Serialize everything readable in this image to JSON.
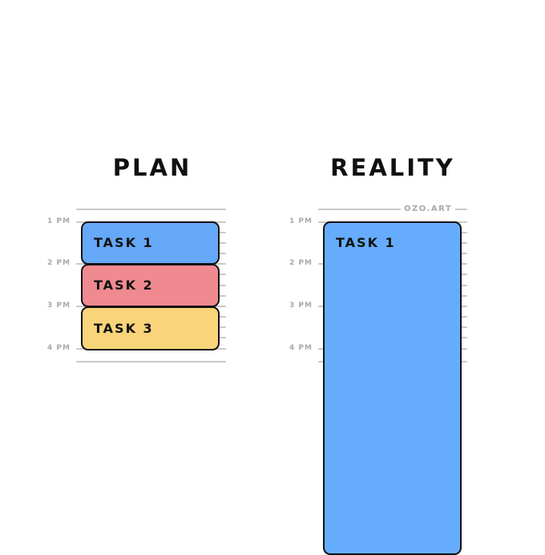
{
  "plan": {
    "heading": "PLAN",
    "time_labels": [
      "1 PM",
      "2 PM",
      "3 PM",
      "4 PM"
    ],
    "tasks": [
      {
        "label": "TASK 1",
        "color": "#65a8f7"
      },
      {
        "label": "TASK 2",
        "color": "#ef8a90"
      },
      {
        "label": "TASK 3",
        "color": "#f9d47a"
      }
    ]
  },
  "reality": {
    "heading": "REALITY",
    "time_labels": [
      "1 PM",
      "2 PM",
      "3 PM",
      "4 PM"
    ],
    "tasks": [
      {
        "label": "TASK 1",
        "color": "#65adfc"
      }
    ],
    "credit": "OZO.ART"
  },
  "colors": {
    "outline": "#111111",
    "gridline": "#c9c9c9",
    "time_label": "#a9a9a9"
  }
}
